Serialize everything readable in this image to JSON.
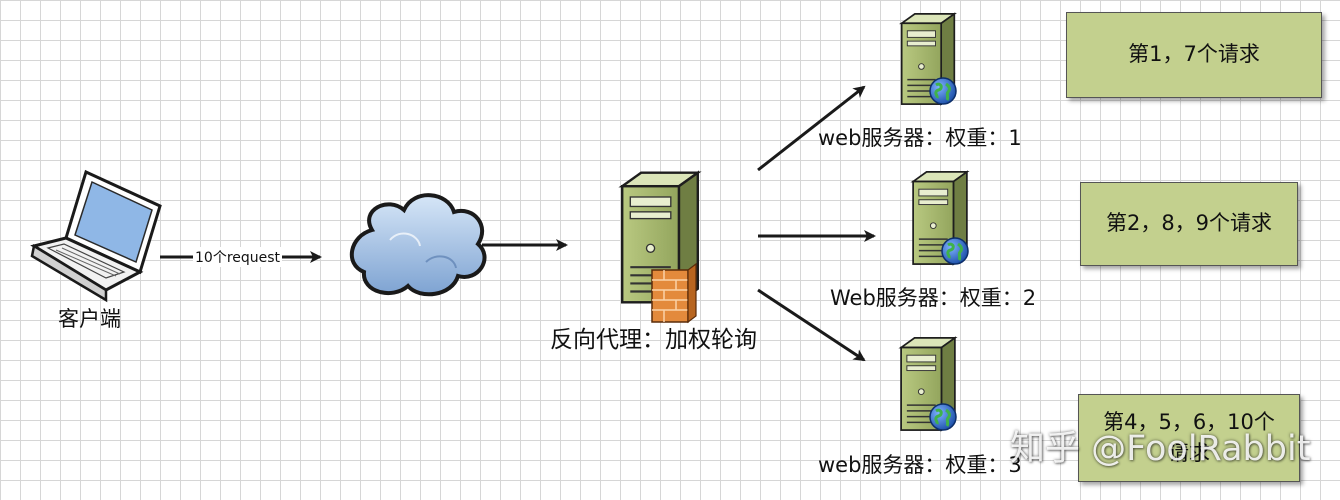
{
  "client": {
    "label": "客户端"
  },
  "edge_request": {
    "label": "10个request"
  },
  "proxy": {
    "label": "反向代理：加权轮询"
  },
  "servers": [
    {
      "label": "web服务器：权重：1",
      "requests": "第1，7个请求"
    },
    {
      "label": "Web服务器：权重：2",
      "requests": "第2，8，9个请求"
    },
    {
      "label": "web服务器：权重：3",
      "requests_line1": "第4，5，6，10个",
      "requests_line2": "请求"
    }
  ],
  "watermark": "知乎 @FoolRabbit",
  "colors": {
    "server_body": "#9fb06a",
    "note_box": "#c3d08e",
    "cloud": "#a9c6e8",
    "firewall": "#e38a3c",
    "globe": "#2e6fcf"
  },
  "icons": [
    "laptop-icon",
    "cloud-icon",
    "server-icon",
    "firewall-icon",
    "globe-icon"
  ]
}
